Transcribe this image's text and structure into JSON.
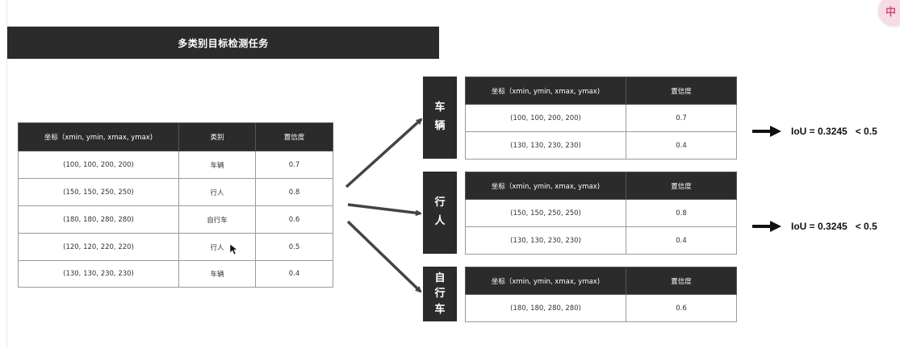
{
  "title": "多类别目标检测任务",
  "main_table": {
    "headers": [
      "坐标（xmin, ymin, xmax, ymax)",
      "类别",
      "置信度"
    ],
    "rows": [
      [
        "(100, 100, 200, 200)",
        "车辆",
        "0.7"
      ],
      [
        "(150, 150, 250, 250)",
        "行人",
        "0.8"
      ],
      [
        "(180, 180, 280, 280)",
        "自行车",
        "0.6"
      ],
      [
        "(120, 120, 220, 220)",
        "行人",
        "0.5"
      ],
      [
        "(130, 130, 230, 230)",
        "车辆",
        "0.4"
      ]
    ]
  },
  "groups": [
    {
      "label_chars": [
        "车",
        "辆"
      ],
      "headers": [
        "坐标（xmin, ymin, xmax, ymax)",
        "置信度"
      ],
      "rows": [
        [
          "(100, 100, 200, 200)",
          "0.7"
        ],
        [
          "(130, 130, 230, 230)",
          "0.4"
        ]
      ]
    },
    {
      "label_chars": [
        "行",
        "人"
      ],
      "headers": [
        "坐标（xmin, ymin, xmax, ymax)",
        "置信度"
      ],
      "rows": [
        [
          "(150, 150, 250, 250)",
          "0.8"
        ],
        [
          "(130, 130, 230, 230)",
          "0.4"
        ]
      ]
    },
    {
      "label_chars": [
        "自",
        "行",
        "车"
      ],
      "headers": [
        "坐标（xmin, ymin, xmax, ymax)",
        "置信度"
      ],
      "rows": [
        [
          "(180, 180, 280, 280)",
          "0.6"
        ]
      ]
    }
  ],
  "results": [
    {
      "iou": "IoU = 0.3245",
      "cmp": "< 0.5"
    },
    {
      "iou": "IoU = 0.3245",
      "cmp": "< 0.5"
    }
  ],
  "badge_char": "中",
  "colors": {
    "header_bg": "#2b2b2b",
    "arrow": "#444444",
    "border": "#9a9a9a"
  },
  "icons": [
    "right-arrow-icon",
    "cursor-icon"
  ]
}
